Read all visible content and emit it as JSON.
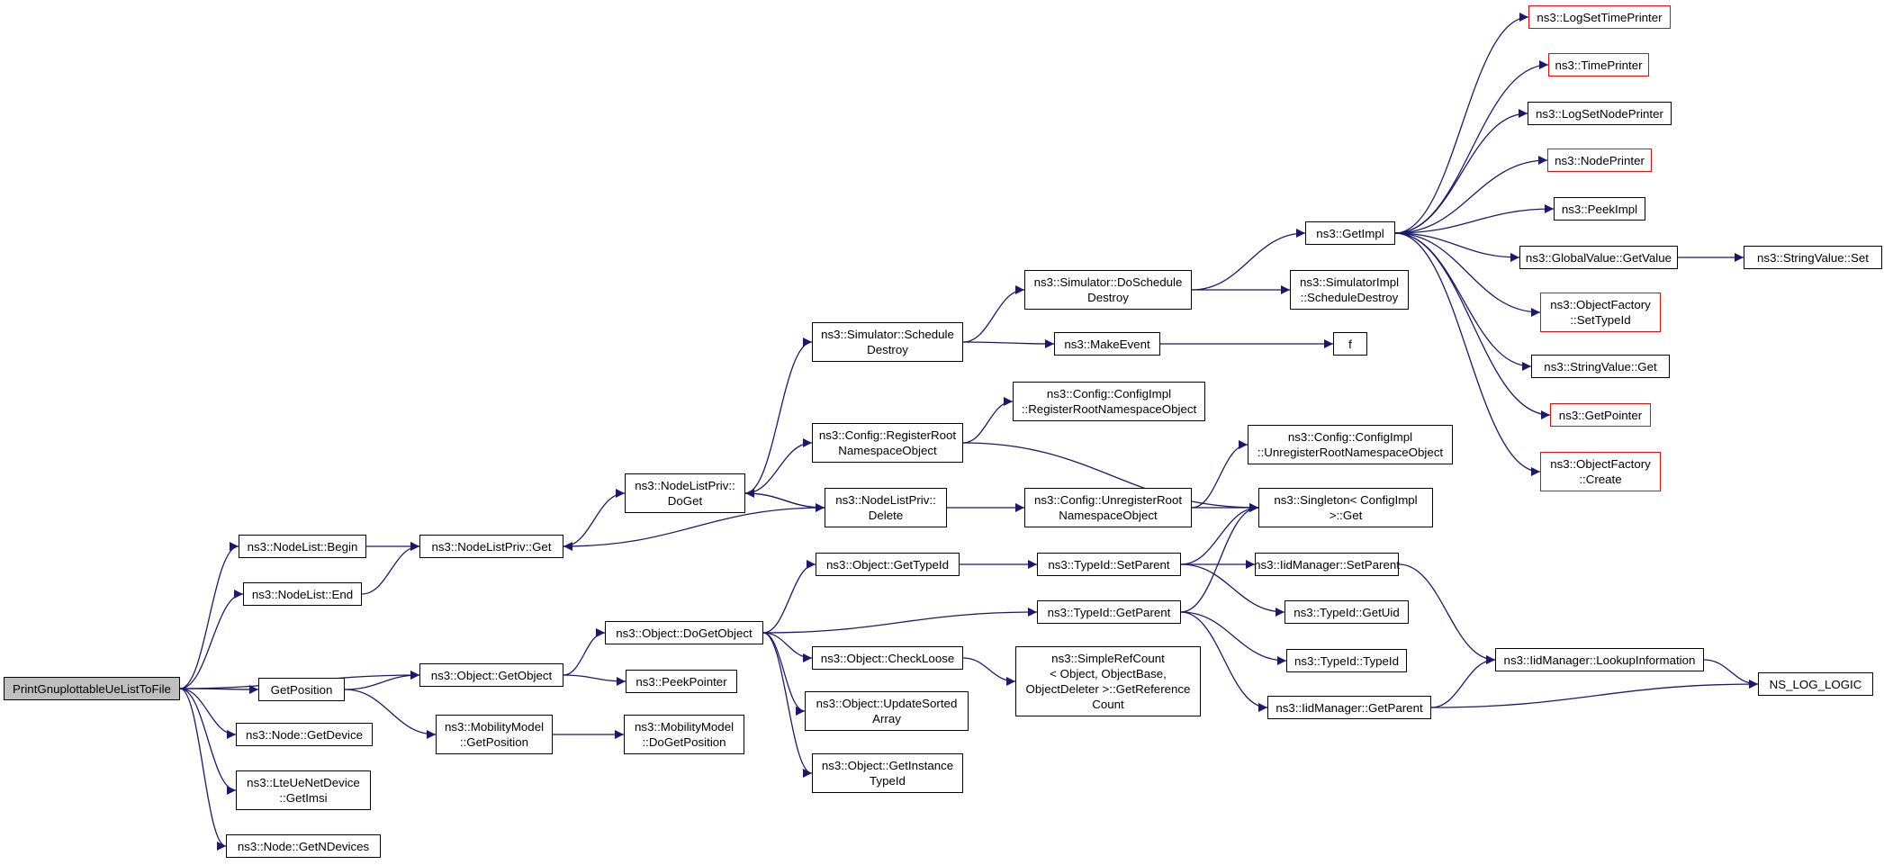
{
  "colors": {
    "edge": "#191970",
    "node_border": "#000000",
    "truncated_border": "#ff0000",
    "root_fill": "#bfbfbf"
  },
  "nodes": [
    {
      "id": "root",
      "lines": [
        "PrintGnuplottableUeListToFile"
      ],
      "root": true
    },
    {
      "id": "nl_begin",
      "lines": [
        "ns3::NodeList::Begin"
      ]
    },
    {
      "id": "nl_end",
      "lines": [
        "ns3::NodeList::End"
      ]
    },
    {
      "id": "nlp_get",
      "lines": [
        "ns3::NodeListPriv::Get"
      ]
    },
    {
      "id": "nlp_doget",
      "lines": [
        "ns3::NodeListPriv::",
        "DoGet"
      ]
    },
    {
      "id": "nlp_delete",
      "lines": [
        "ns3::NodeListPriv::",
        "Delete"
      ]
    },
    {
      "id": "sim_sched_destroy",
      "lines": [
        "ns3::Simulator::Schedule",
        "Destroy"
      ]
    },
    {
      "id": "sim_dosched_destroy",
      "lines": [
        "ns3::Simulator::DoSchedule",
        "Destroy"
      ]
    },
    {
      "id": "make_event",
      "lines": [
        "ns3::MakeEvent"
      ]
    },
    {
      "id": "f",
      "lines": [
        "f"
      ]
    },
    {
      "id": "get_impl",
      "lines": [
        "ns3::GetImpl"
      ]
    },
    {
      "id": "simimpl_sched_destroy",
      "lines": [
        "ns3::SimulatorImpl",
        "::ScheduleDestroy"
      ]
    },
    {
      "id": "log_set_time_printer",
      "lines": [
        "ns3::LogSetTimePrinter"
      ],
      "truncated": true
    },
    {
      "id": "time_printer",
      "lines": [
        "ns3::TimePrinter"
      ],
      "truncated": true
    },
    {
      "id": "log_set_node_printer",
      "lines": [
        "ns3::LogSetNodePrinter"
      ]
    },
    {
      "id": "node_printer",
      "lines": [
        "ns3::NodePrinter"
      ],
      "truncated": true
    },
    {
      "id": "peek_impl",
      "lines": [
        "ns3::PeekImpl"
      ]
    },
    {
      "id": "gv_getvalue",
      "lines": [
        "ns3::GlobalValue::GetValue"
      ]
    },
    {
      "id": "sv_set",
      "lines": [
        "ns3::StringValue::Set"
      ]
    },
    {
      "id": "of_settypeid",
      "lines": [
        "ns3::ObjectFactory",
        "::SetTypeId"
      ],
      "truncated": true
    },
    {
      "id": "sv_get",
      "lines": [
        "ns3::StringValue::Get"
      ]
    },
    {
      "id": "get_pointer",
      "lines": [
        "ns3::GetPointer"
      ],
      "truncated": true
    },
    {
      "id": "of_create",
      "lines": [
        "ns3::ObjectFactory",
        "::Create"
      ],
      "truncated": true
    },
    {
      "id": "cfg_register_root",
      "lines": [
        "ns3::Config::RegisterRoot",
        "NamespaceObject"
      ]
    },
    {
      "id": "cfgimpl_register_root",
      "lines": [
        "ns3::Config::ConfigImpl",
        "::RegisterRootNamespaceObject"
      ]
    },
    {
      "id": "cfg_unregister_root",
      "lines": [
        "ns3::Config::UnregisterRoot",
        "NamespaceObject"
      ]
    },
    {
      "id": "cfgimpl_unregister_root",
      "lines": [
        "ns3::Config::ConfigImpl",
        "::UnregisterRootNamespaceObject"
      ]
    },
    {
      "id": "singleton_get",
      "lines": [
        "ns3::Singleton< ConfigImpl",
        ">::Get"
      ]
    },
    {
      "id": "obj_gettypeid",
      "lines": [
        "ns3::Object::GetTypeId"
      ]
    },
    {
      "id": "tid_setparent",
      "lines": [
        "ns3::TypeId::SetParent"
      ]
    },
    {
      "id": "iidm_setparent",
      "lines": [
        "ns3::IidManager::SetParent"
      ]
    },
    {
      "id": "tid_getuid",
      "lines": [
        "ns3::TypeId::GetUid"
      ]
    },
    {
      "id": "tid_getparent",
      "lines": [
        "ns3::TypeId::GetParent"
      ]
    },
    {
      "id": "tid_typeid",
      "lines": [
        "ns3::TypeId::TypeId"
      ]
    },
    {
      "id": "iidm_lookup",
      "lines": [
        "ns3::IidManager::LookupInformation"
      ]
    },
    {
      "id": "ns_log_logic",
      "lines": [
        "NS_LOG_LOGIC"
      ]
    },
    {
      "id": "iidm_getparent",
      "lines": [
        "ns3::IidManager::GetParent"
      ]
    },
    {
      "id": "obj_dogetobject",
      "lines": [
        "ns3::Object::DoGetObject"
      ]
    },
    {
      "id": "obj_getobject",
      "lines": [
        "ns3::Object::GetObject"
      ]
    },
    {
      "id": "peek_pointer",
      "lines": [
        "ns3::PeekPointer"
      ]
    },
    {
      "id": "obj_checkloose",
      "lines": [
        "ns3::Object::CheckLoose"
      ]
    },
    {
      "id": "src_getrefcount",
      "lines": [
        "ns3::SimpleRefCount",
        "< Object, ObjectBase,",
        "ObjectDeleter >::GetReference",
        "Count"
      ]
    },
    {
      "id": "obj_updatesorted",
      "lines": [
        "ns3::Object::UpdateSorted",
        "Array"
      ]
    },
    {
      "id": "obj_getinstancetypeid",
      "lines": [
        "ns3::Object::GetInstance",
        "TypeId"
      ]
    },
    {
      "id": "get_position",
      "lines": [
        "GetPosition"
      ]
    },
    {
      "id": "mm_getposition",
      "lines": [
        "ns3::MobilityModel",
        "::GetPosition"
      ]
    },
    {
      "id": "mm_dogetposition",
      "lines": [
        "ns3::MobilityModel",
        "::DoGetPosition"
      ]
    },
    {
      "id": "node_getdevice",
      "lines": [
        "ns3::Node::GetDevice"
      ]
    },
    {
      "id": "lte_getimsi",
      "lines": [
        "ns3::LteUeNetDevice",
        "::GetImsi"
      ]
    },
    {
      "id": "node_getndevices",
      "lines": [
        "ns3::Node::GetNDevices"
      ]
    }
  ],
  "edges": [
    [
      "root",
      "nl_begin"
    ],
    [
      "root",
      "nl_end"
    ],
    [
      "root",
      "obj_getobject"
    ],
    [
      "root",
      "get_position"
    ],
    [
      "root",
      "node_getdevice"
    ],
    [
      "root",
      "lte_getimsi"
    ],
    [
      "root",
      "node_getndevices"
    ],
    [
      "nl_begin",
      "nlp_get"
    ],
    [
      "nl_end",
      "nlp_get"
    ],
    [
      "nlp_get",
      "nlp_doget"
    ],
    [
      "nlp_doget",
      "sim_sched_destroy"
    ],
    [
      "nlp_doget",
      "cfg_register_root"
    ],
    [
      "nlp_doget",
      "nlp_delete"
    ],
    [
      "nlp_delete",
      "nlp_doget"
    ],
    [
      "nlp_delete",
      "nlp_get"
    ],
    [
      "nlp_delete",
      "cfg_unregister_root"
    ],
    [
      "sim_sched_destroy",
      "sim_dosched_destroy"
    ],
    [
      "sim_sched_destroy",
      "make_event"
    ],
    [
      "make_event",
      "f"
    ],
    [
      "sim_dosched_destroy",
      "get_impl"
    ],
    [
      "sim_dosched_destroy",
      "simimpl_sched_destroy"
    ],
    [
      "get_impl",
      "log_set_time_printer"
    ],
    [
      "get_impl",
      "time_printer"
    ],
    [
      "get_impl",
      "log_set_node_printer"
    ],
    [
      "get_impl",
      "node_printer"
    ],
    [
      "get_impl",
      "peek_impl"
    ],
    [
      "get_impl",
      "gv_getvalue"
    ],
    [
      "get_impl",
      "of_settypeid"
    ],
    [
      "get_impl",
      "sv_get"
    ],
    [
      "get_impl",
      "get_pointer"
    ],
    [
      "get_impl",
      "of_create"
    ],
    [
      "gv_getvalue",
      "sv_set"
    ],
    [
      "cfg_register_root",
      "cfgimpl_register_root"
    ],
    [
      "cfg_register_root",
      "singleton_get"
    ],
    [
      "cfg_unregister_root",
      "cfgimpl_unregister_root"
    ],
    [
      "cfg_unregister_root",
      "singleton_get"
    ],
    [
      "obj_getobject",
      "obj_dogetobject"
    ],
    [
      "obj_getobject",
      "peek_pointer"
    ],
    [
      "obj_dogetobject",
      "obj_gettypeid"
    ],
    [
      "obj_dogetobject",
      "tid_getparent"
    ],
    [
      "obj_dogetobject",
      "obj_checkloose"
    ],
    [
      "obj_dogetobject",
      "obj_updatesorted"
    ],
    [
      "obj_dogetobject",
      "obj_getinstancetypeid"
    ],
    [
      "obj_gettypeid",
      "tid_setparent"
    ],
    [
      "tid_setparent",
      "singleton_get"
    ],
    [
      "tid_setparent",
      "iidm_setparent"
    ],
    [
      "tid_setparent",
      "tid_getuid"
    ],
    [
      "tid_getparent",
      "singleton_get"
    ],
    [
      "tid_getparent",
      "tid_typeid"
    ],
    [
      "tid_getparent",
      "iidm_getparent"
    ],
    [
      "iidm_setparent",
      "iidm_lookup"
    ],
    [
      "iidm_getparent",
      "iidm_lookup"
    ],
    [
      "iidm_getparent",
      "ns_log_logic"
    ],
    [
      "iidm_lookup",
      "ns_log_logic"
    ],
    [
      "obj_checkloose",
      "src_getrefcount"
    ],
    [
      "get_position",
      "obj_getobject"
    ],
    [
      "get_position",
      "mm_getposition"
    ],
    [
      "mm_getposition",
      "mm_dogetposition"
    ]
  ]
}
